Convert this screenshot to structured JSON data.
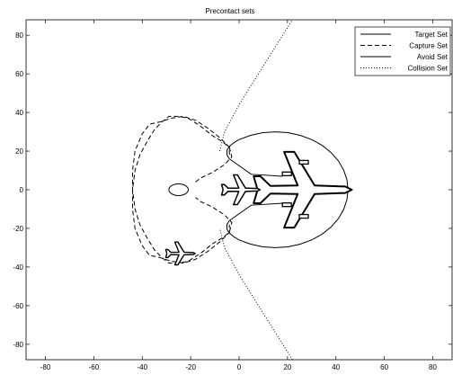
{
  "chart_data": {
    "type": "line",
    "title": "Precontact sets",
    "xlabel": "",
    "ylabel": "",
    "xlim": [
      -88,
      88
    ],
    "ylim": [
      -88,
      88
    ],
    "xticks": [
      -80,
      -60,
      -40,
      -20,
      0,
      20,
      40,
      60,
      80
    ],
    "yticks": [
      -80,
      -60,
      -40,
      -20,
      0,
      20,
      40,
      60,
      80
    ],
    "grid": false,
    "legend_position": "top-right",
    "series": [
      {
        "name": "Target Set",
        "style": "solid",
        "shape": "circle",
        "center": [
          15,
          0
        ],
        "radius": 30,
        "points": [
          [
            45,
            0
          ],
          [
            44.55,
            5.21
          ],
          [
            43.19,
            10.26
          ],
          [
            40.98,
            15
          ],
          [
            37.98,
            19.28
          ],
          [
            34.28,
            22.98
          ],
          [
            30,
            25.98
          ],
          [
            25.26,
            28.19
          ],
          [
            20.21,
            29.55
          ],
          [
            15,
            30
          ],
          [
            9.79,
            29.55
          ],
          [
            4.74,
            28.19
          ],
          [
            0,
            25.98
          ],
          [
            -2,
            24.5
          ],
          [
            -4,
            22.5
          ],
          [
            -5,
            20.5
          ],
          [
            -5,
            18
          ],
          [
            -4,
            16
          ]
        ]
      },
      {
        "name": "Capture Set",
        "style": "dashed",
        "points": [
          [
            -4,
            18
          ],
          [
            -4,
            22
          ],
          [
            -8,
            27
          ],
          [
            -13,
            32
          ],
          [
            -18,
            36
          ],
          [
            -23,
            38
          ],
          [
            -28,
            37
          ],
          [
            -33,
            35
          ],
          [
            -37,
            34
          ],
          [
            -40,
            29
          ],
          [
            -43,
            20
          ],
          [
            -44,
            10
          ],
          [
            -44,
            0
          ],
          [
            -43,
            -10
          ],
          [
            -41,
            -18
          ],
          [
            -38,
            -25
          ],
          [
            -35,
            -31
          ],
          [
            -32,
            -35
          ],
          [
            -29,
            -38
          ],
          [
            -25,
            -38
          ],
          [
            -21,
            -37
          ],
          [
            -16,
            -33
          ],
          [
            -11,
            -28
          ],
          [
            -7,
            -25
          ],
          [
            -4,
            -22
          ],
          [
            -3,
            -17
          ],
          [
            -6,
            -13
          ],
          [
            -11,
            -9
          ],
          [
            -16,
            -6
          ],
          [
            -18,
            -4
          ]
        ]
      },
      {
        "name": "Avoid Set",
        "style": "solid",
        "shape": "ellipse",
        "center": [
          -25,
          0
        ],
        "radii": [
          4,
          3
        ]
      },
      {
        "name": "Collision Set",
        "style": "dotted",
        "points": [
          [
            -8,
            20
          ],
          [
            -6,
            30
          ],
          [
            0,
            44
          ],
          [
            8,
            60
          ],
          [
            16,
            76
          ],
          [
            22,
            88
          ]
        ]
      }
    ]
  }
}
